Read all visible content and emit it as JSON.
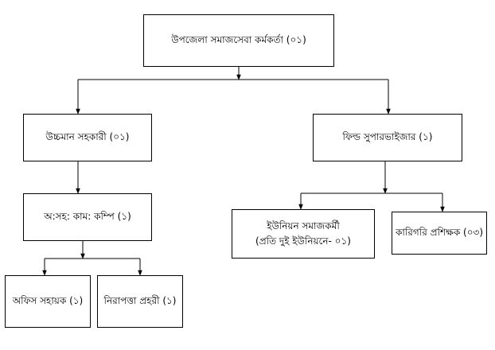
{
  "nodes": {
    "root": {
      "label": "উপজেলা সমাজসেবা কর্মকর্তা  (০১)"
    },
    "uchchoman": {
      "label": "উচ্চমান সহকারী  (০১)"
    },
    "field_supervisor": {
      "label": "ফিল্ড সুপারভাইজার (১)"
    },
    "os_kam_kompi": {
      "label": "অ:সহ: কাম: কম্পি (১)"
    },
    "union_worker": {
      "line1": "ইউনিয়ন সমাজকর্মী",
      "line2": "(প্রতি দুই ইউনিয়নে- ০১)"
    },
    "karigori": {
      "label": "কারিগরি প্রশিক্ষক (০৩)"
    },
    "office_assistant": {
      "label": "অফিস সহায়ক (১)"
    },
    "security_guard": {
      "label": "নিরাপত্তা প্রহরী (১)"
    }
  }
}
